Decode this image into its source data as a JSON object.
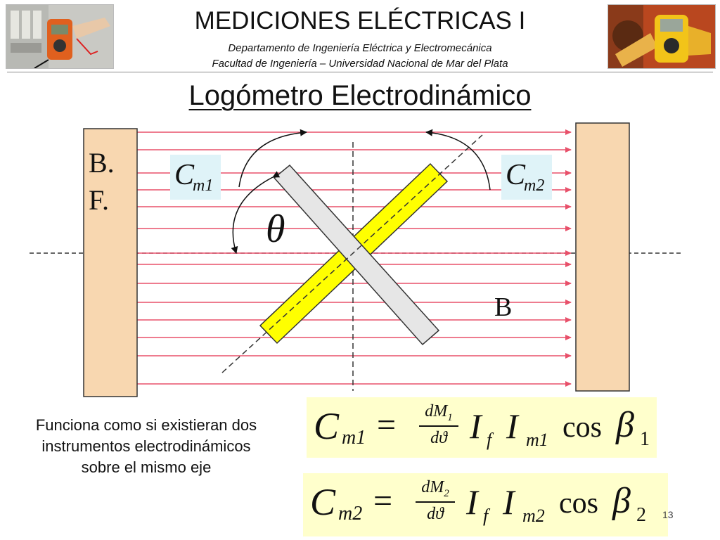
{
  "header": {
    "title": "MEDICIONES ELÉCTRICAS I",
    "department": "Departamento de Ingeniería Eléctrica y Electromecánica",
    "faculty": "Facultad de Ingeniería – Universidad Nacional de Mar del Plata"
  },
  "slide": {
    "title": "Logómetro Electrodinámico",
    "number": "13"
  },
  "diagram": {
    "bf_label_line1": "B.",
    "bf_label_line2": "F.",
    "cm1": {
      "symbol": "C",
      "subscript": "m1"
    },
    "cm2": {
      "symbol": "C",
      "subscript": "m2"
    },
    "theta": "θ",
    "b_label": "B",
    "colors": {
      "field_lines": "#e8506a",
      "pole_fill": "#f8d7b0",
      "coil_yellow": "#ffff00",
      "coil_gray": "#e6e6e6",
      "label_bg": "#dff3f8",
      "formula_bg": "#ffffcc"
    }
  },
  "description": "Funciona como si existieran dos instrumentos electrodinámicos sobre el mismo eje",
  "formulas": [
    {
      "lhs": "C",
      "lhs_sub": "m1",
      "eq": "=",
      "num": "dM",
      "num_sub": "1",
      "den": "dϑ",
      "i1": "I",
      "i1_sub": "f",
      "i2": "I",
      "i2_sub": "m1",
      "cos": "cos",
      "beta": "β",
      "beta_sub": "1"
    },
    {
      "lhs": "C",
      "lhs_sub": "m2",
      "eq": "=",
      "num": "dM",
      "num_sub": "2",
      "den": "dϑ",
      "i1": "I",
      "i1_sub": "f",
      "i2": "I",
      "i2_sub": "m2",
      "cos": "cos",
      "beta": "β",
      "beta_sub": "2"
    }
  ]
}
